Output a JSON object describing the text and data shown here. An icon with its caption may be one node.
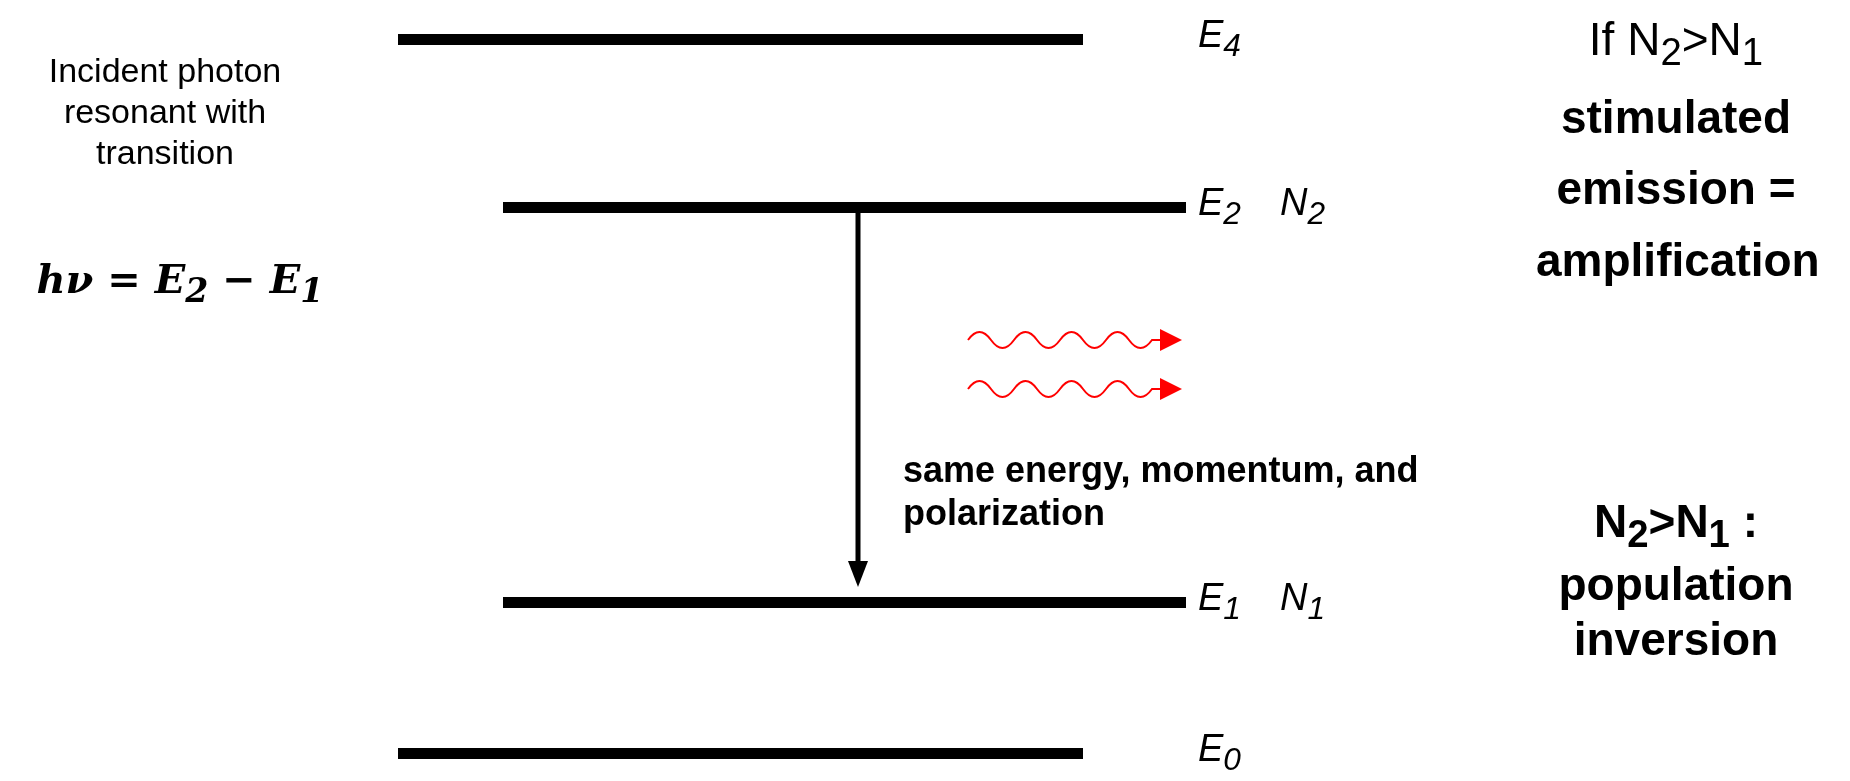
{
  "diagram": {
    "nodes": [
      {
        "text": [],
        "shape": "bar",
        "beside": [
          "E$_{4}$"
        ]
      },
      {
        "text": [],
        "shape": "bar",
        "beside": [
          "E$_{2}$",
          "N$_{2}$"
        ]
      },
      {
        "text": [],
        "shape": "bar",
        "beside": [
          "E$_{1}$",
          "N$_{1}$"
        ]
      },
      {
        "text": [],
        "shape": "bar",
        "beside": [
          "E$_{0}$"
        ]
      }
    ],
    "edges": [
      {
        "from": 1,
        "to": 2,
        "arrow": "to"
      }
    ],
    "labels": [
      "Incident photon resonant with transition",
      "hν = E$_{2}$ − E$_{1}$",
      "If N$_{2}$>N$_{1}$",
      "stimulated emission = amplification",
      "same energy, momentum, and polarization",
      "N$_{2}$>N$_{1}$ : population inversion"
    ]
  }
}
